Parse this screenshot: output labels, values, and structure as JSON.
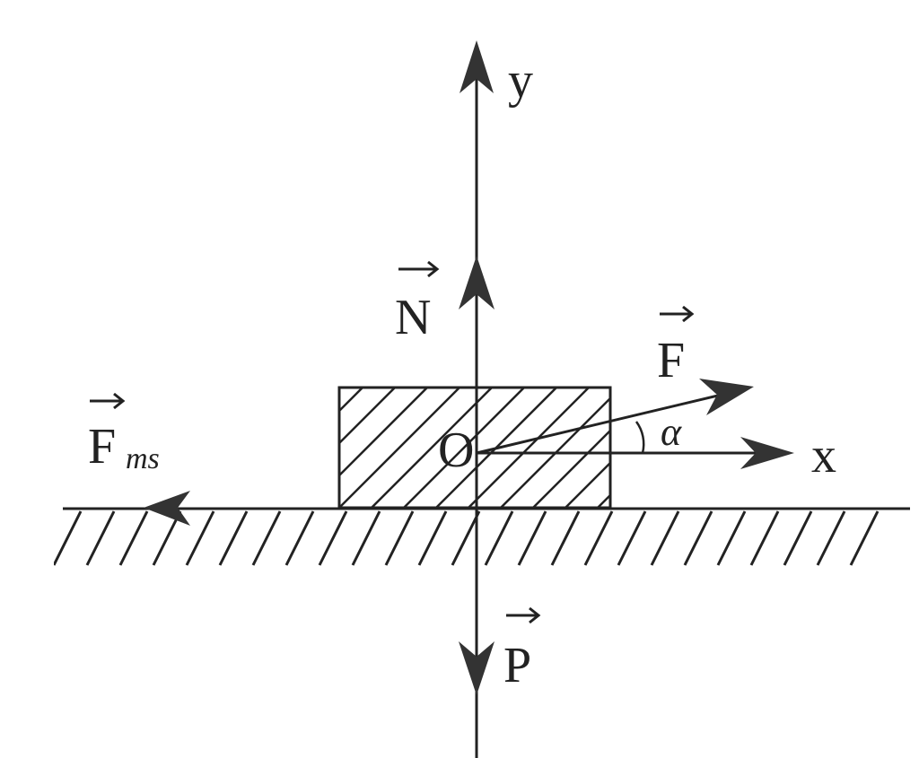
{
  "diagram": {
    "labels": {
      "y_axis": "y",
      "x_axis": "x",
      "origin": "O",
      "normal_force": "N",
      "applied_force": "F",
      "friction_force_main": "F",
      "friction_force_sub": "ms",
      "weight": "P",
      "angle": "α"
    },
    "colors": {
      "ink": "#222222",
      "background": "#ffffff"
    }
  }
}
